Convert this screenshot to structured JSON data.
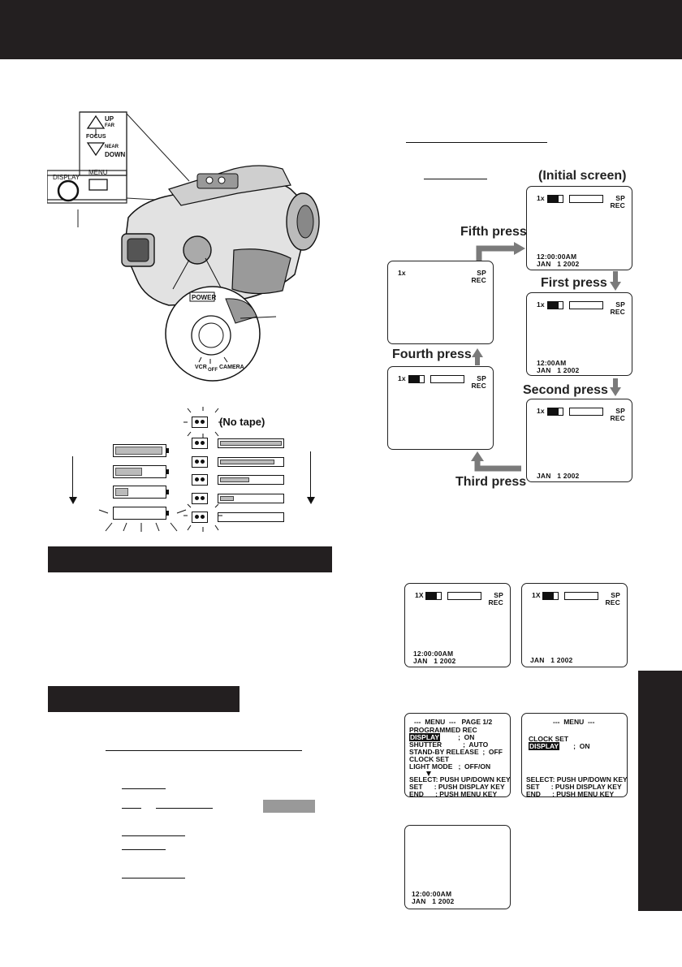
{
  "screens": {
    "initial_label": "(Initial screen)",
    "s1": {
      "zoom": "1x",
      "sp": "SP",
      "rec": "REC",
      "time": "12:00:00AM",
      "date": "JAN   1 2002"
    },
    "s2": {
      "zoom": "1x",
      "sp": "SP",
      "rec": "REC",
      "time": "12:00AM",
      "date": "JAN   1 2002"
    },
    "s3": {
      "zoom": "1x",
      "sp": "SP",
      "rec": "REC",
      "date": "JAN   1 2002"
    },
    "s4": {
      "zoom": "1x",
      "sp": "SP",
      "rec": "REC"
    },
    "s5": {
      "zoom": "1x",
      "sp": "SP",
      "rec": "REC"
    },
    "presses": {
      "fifth": "Fifth press",
      "first": "First press",
      "second": "Second press",
      "third": "Third press",
      "fourth": "Fourth press"
    }
  },
  "bottom_screens": {
    "a": {
      "zoom": "1X",
      "sp": "SP",
      "rec": "REC",
      "time": "12:00:00AM",
      "date": "JAN   1 2002"
    },
    "b": {
      "zoom": "1X",
      "sp": "SP",
      "rec": "REC",
      "date": "JAN   1 2002"
    },
    "c": {
      "time": "12:00:00AM",
      "date": "JAN   1 2002"
    }
  },
  "menu1": {
    "header": "---  MENU  ---   PAGE 1/2",
    "l1": "PROGRAMMED REC",
    "display": "DISPLAY",
    "display_val": ";  ON",
    "l3": "SHUTTER           ;  AUTO",
    "l4": "STAND-BY RELEASE  ;  OFF",
    "l5": "CLOCK SET",
    "l6": "LIGHT MODE   ;  OFF/ON",
    "l7": "SELECT: PUSH UP/DOWN KEY",
    "l8": "SET      : PUSH DISPLAY KEY",
    "l9": "END      : PUSH MENU KEY"
  },
  "menu2": {
    "header": "---  MENU  ---",
    "l1": "CLOCK SET",
    "display": "DISPLAY",
    "display_val": "   ;  ON",
    "l7": "SELECT: PUSH UP/DOWN KEY",
    "l8": "SET      : PUSH DISPLAY KEY",
    "l9": "END      : PUSH MENU KEY"
  },
  "camera": {
    "up": "UP",
    "far": "FAR",
    "focus": "FOCUS",
    "near": "NEAR",
    "down": "DOWN",
    "display": "DISPLAY",
    "menu": "MENU",
    "power": "POWER",
    "vcr": "VCR",
    "off": "OFF",
    "camera": "CAMERA"
  },
  "indicators": {
    "no_tape": "(No tape)",
    "battery_levels": [
      1.0,
      0.55,
      0.25,
      0.0
    ],
    "tape_levels": [
      0.97,
      0.85,
      0.45,
      0.2,
      0.0
    ]
  },
  "colors": {
    "dark": "#231f20",
    "arrow_gray": "#777777"
  }
}
